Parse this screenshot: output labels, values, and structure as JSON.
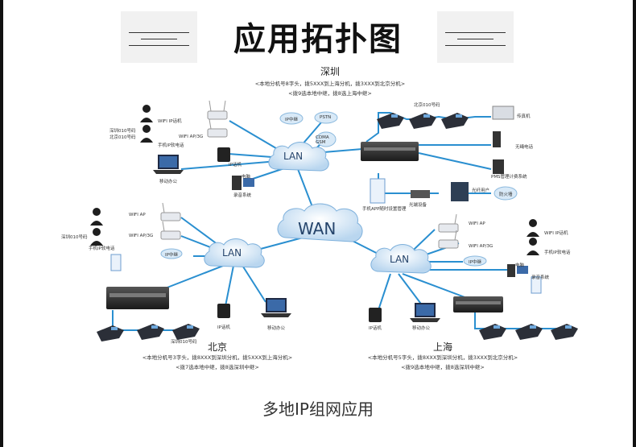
{
  "title": "应用拓扑图",
  "footer": "多地IP组网应用",
  "wan_label": "WAN",
  "lan_label": "LAN",
  "shenzhen": {
    "city": "深圳",
    "note1": "<本地分机号8字头，拨5XXX到上海分机，拨3XXX到北京分机>",
    "note2": "<拨9选本地中继，拨8选上海中继>",
    "labels": {
      "wifi_ip_phone": "WIFI IP话机",
      "sz_010": "深圳010号码",
      "bj_010": "北京010号码",
      "mobile_ip_phone": "手机IP软电话",
      "wifi_ap": "WIFI AP/3G",
      "ip_phone": "IP话机",
      "mobile_office": "移动办公",
      "pc": "电脑",
      "recording": "录音系统",
      "pstn": "PSTN",
      "ip_trunk": "IP中继",
      "cdma": "CDMA GSM",
      "bj_010_top": "北京010号码",
      "fax": "传真机",
      "wireless_phone": "无绳电话",
      "pos_system": "PMS管理计费系统",
      "app": "手机APP随时设置管理",
      "gateway": "光端设备",
      "firewall": "防火墙",
      "users": "光纤用户"
    }
  },
  "beijing": {
    "city": "北京",
    "note1": "<本地分机号3字头，拨8XXX到深圳分机，拨5XXX到上海分机>",
    "note2": "<拨7选本地中继，拨8选深圳中继>",
    "labels": {
      "wifi_ap": "WIFI AP",
      "sz_010": "深圳010号码",
      "wifi_ap_3g": "WIFI AP/3G",
      "mobile_ip_phone": "手机IP软电话",
      "ip_trunk": "IP中继",
      "ip_phone": "IP话机",
      "mobile_office": "移动办公",
      "sz_010_bottom": "深圳010号码"
    }
  },
  "shanghai": {
    "city": "上海",
    "note1": "<本地分机号5字头，拨8XXX到深圳分机，拨3XXX到北京分机>",
    "note2": "<拨9选本地中继，拨8选深圳中继>",
    "labels": {
      "wifi_ap": "WIFI AP",
      "wifi_ip_phone": "WIFI IP话机",
      "wifi_ap_3g": "WIFI AP/3G",
      "mobile_ip_phone": "手机IP软电话",
      "ip_trunk": "IP中继",
      "pc": "电脑",
      "recording": "录音系统",
      "ip_phone": "IP话机",
      "mobile_office": "移动办公"
    }
  }
}
